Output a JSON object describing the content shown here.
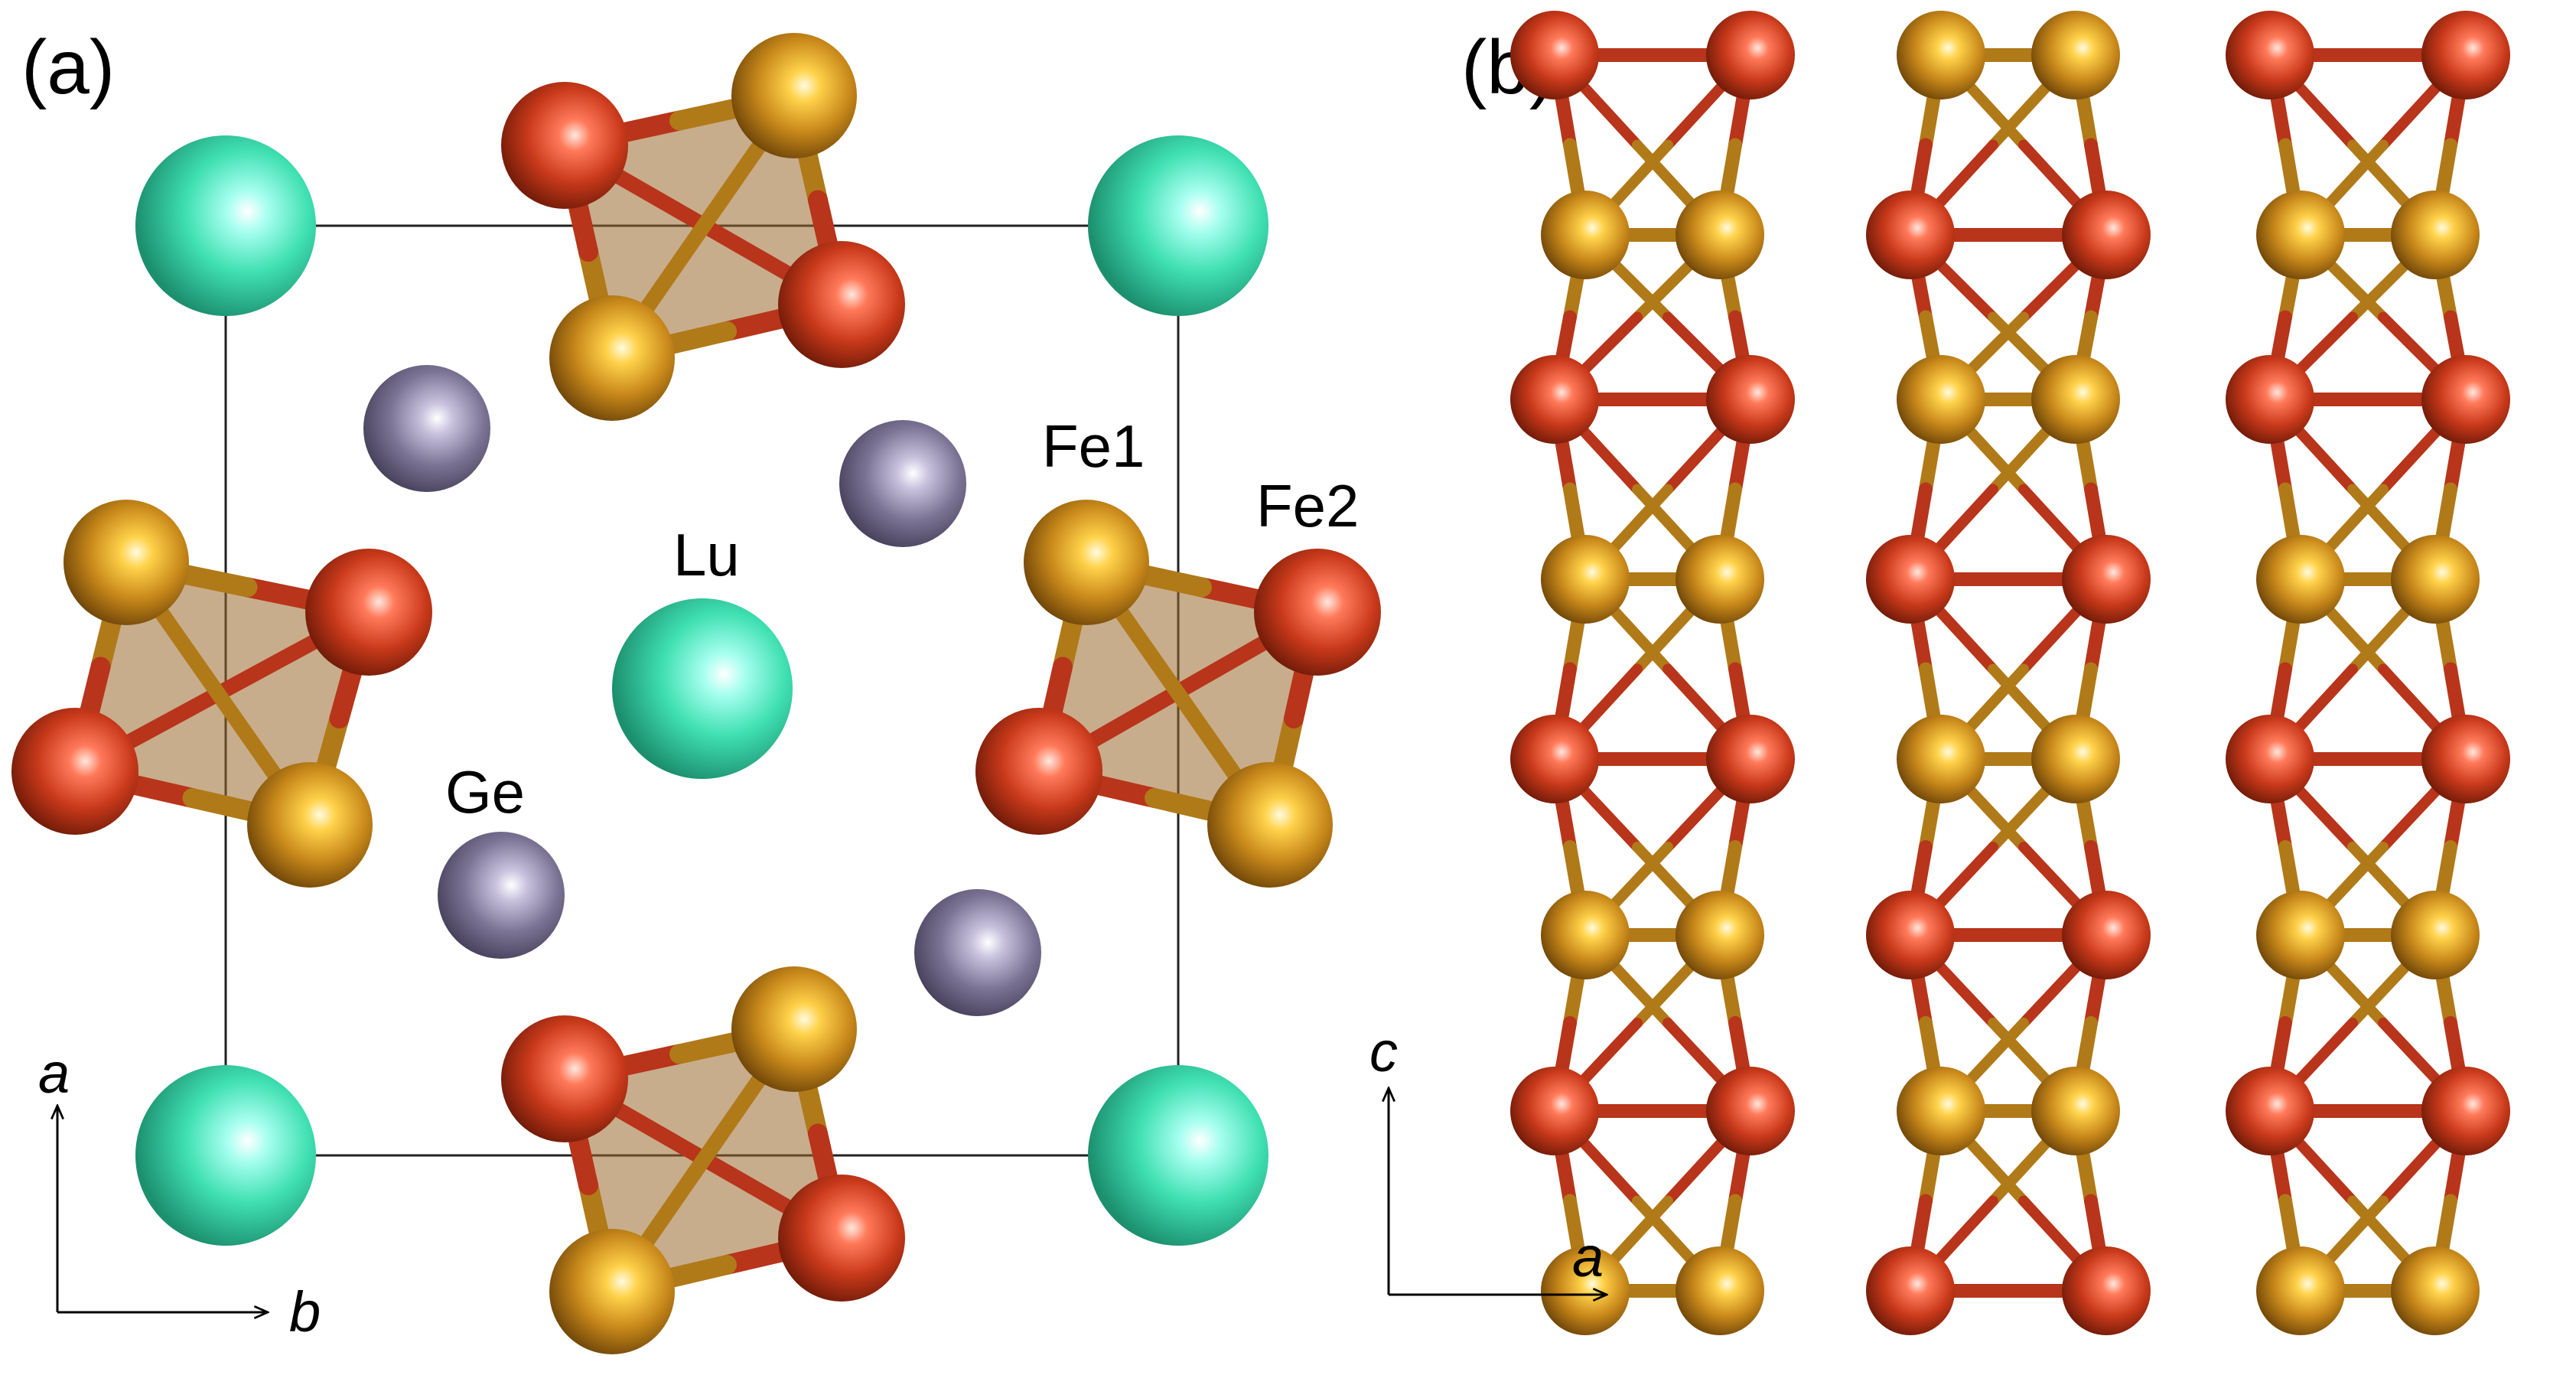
{
  "panels": {
    "a": {
      "label": "(a)",
      "atom_labels": {
        "fe1": "Fe1",
        "fe2": "Fe2",
        "lu": "Lu",
        "ge": "Ge"
      },
      "axes": {
        "vertical": "a",
        "horizontal": "b"
      }
    },
    "b": {
      "label": "(b)",
      "axes": {
        "vertical": "c",
        "horizontal": "a"
      }
    }
  },
  "colors": {
    "lu": "#3fe0b2",
    "ge": "#7b7394",
    "fe1": "#c8881a",
    "fe2": "#c8391a",
    "polyhedron": "#9a6a2e",
    "cell_line": "#222222",
    "background": "#ffffff"
  }
}
